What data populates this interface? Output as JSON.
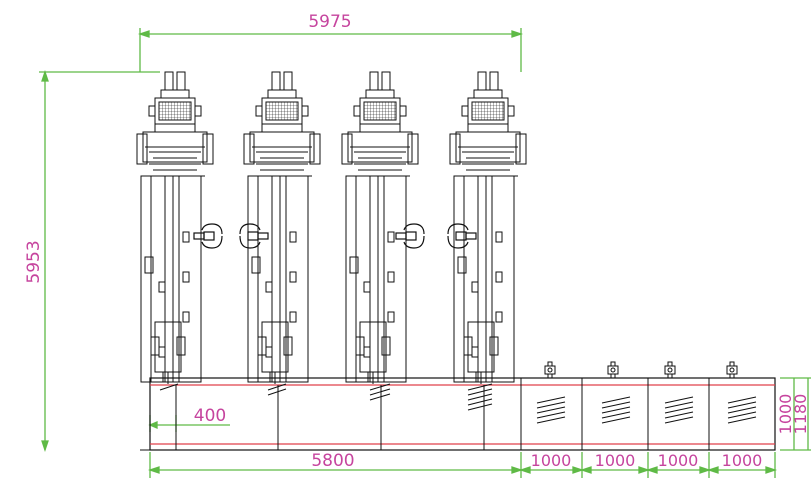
{
  "drawing": {
    "dimensions": {
      "top_width": "5975",
      "left_height": "5953",
      "gap_400": "400",
      "bottom_main": "5800",
      "bottom_1": "1000",
      "bottom_2": "1000",
      "bottom_3": "1000",
      "bottom_4": "1000",
      "right_inner": "1000",
      "right_outer": "1180"
    },
    "colors": {
      "background": "#ffffff",
      "linework": "#111111",
      "dimension_green": "#5fba46",
      "dimension_text": "#c6449e",
      "base_red": "#e0404a"
    },
    "machines": [
      {
        "type": "large-column-unit",
        "count": 4
      },
      {
        "type": "small-floor-unit",
        "count": 4
      }
    ]
  }
}
